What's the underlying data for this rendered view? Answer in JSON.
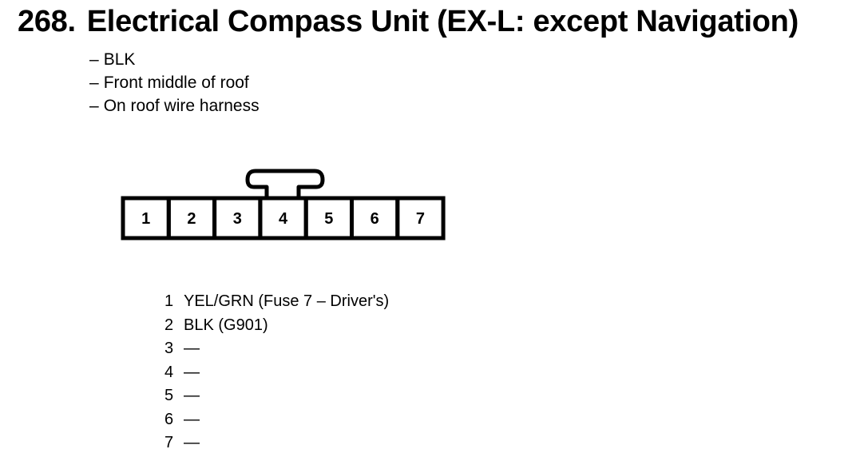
{
  "header": {
    "number": "268.",
    "title": "Electrical Compass Unit (EX-L: except Navigation)"
  },
  "notes": [
    {
      "dash": "–",
      "text": "BLK"
    },
    {
      "dash": "–",
      "text": "Front middle of roof"
    },
    {
      "dash": "–",
      "text": "On roof wire harness"
    }
  ],
  "connector": {
    "cavities": [
      "1",
      "2",
      "3",
      "4",
      "5",
      "6",
      "7"
    ]
  },
  "pinout": [
    {
      "pin": "1",
      "wire": "YEL/GRN (Fuse 7 – Driver's)"
    },
    {
      "pin": "2",
      "wire": "BLK (G901)"
    },
    {
      "pin": "3",
      "wire": "—"
    },
    {
      "pin": "4",
      "wire": "—"
    },
    {
      "pin": "5",
      "wire": "—"
    },
    {
      "pin": "6",
      "wire": "—"
    },
    {
      "pin": "7",
      "wire": "—"
    }
  ]
}
